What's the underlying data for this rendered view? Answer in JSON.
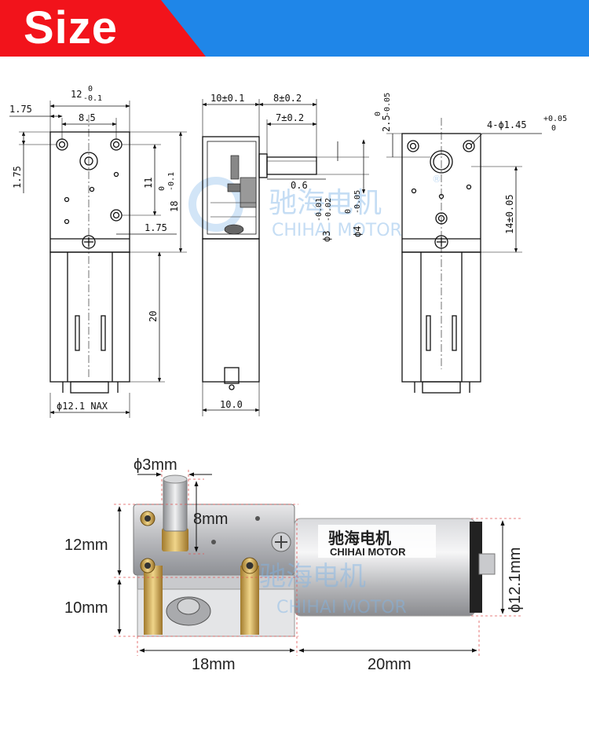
{
  "header": {
    "title": "Size",
    "colors": {
      "red": "#f2131b",
      "blue": "#1f86e8"
    }
  },
  "watermark": {
    "cn": "驰海电机",
    "en": "CHIHAI MOTOR",
    "registered": "®"
  },
  "front_view": {
    "width": "12",
    "width_tol_upper": "0",
    "width_tol_lower": "-0.1",
    "left_offset": "1.75",
    "hole_pitch": "8.5",
    "top_offset": "1.75",
    "inner_height": "11",
    "height": "18",
    "height_tol_upper": "0",
    "height_tol_lower": "-0.1",
    "bottom_offset": "1.75",
    "motor_length": "20",
    "motor_diameter": "ϕ12.1 NAX"
  },
  "side_view": {
    "gearbox_width": "10±0.1",
    "shaft_length": "8±0.2",
    "shaft_flat": "7±0.2",
    "flat_depth": "0.6",
    "shaft_d1": "ϕ3",
    "shaft_d1_tol_upper": "-0.01",
    "shaft_d1_tol_lower": "-0.02",
    "shaft_d2": "ϕ4",
    "shaft_d2_tol_upper": "0",
    "shaft_d2_tol_lower": "-0.05",
    "motor_width": "10.0"
  },
  "right_view": {
    "top_dim": "2.5",
    "top_tol_upper": "0",
    "top_tol_lower": "-0.05",
    "holes": "4-ϕ1.45",
    "holes_tol_upper": "+0.05",
    "holes_tol_lower": "0",
    "hole_spacing": "14±0.05"
  },
  "photo": {
    "label_shaft": "ϕ3mm",
    "label_shaft_len": "8mm",
    "label_top_height": "12mm",
    "label_bottom_height": "10mm",
    "label_gearbox_len": "18mm",
    "label_motor_len": "20mm",
    "label_motor_dia": "ϕ12.1mm",
    "sticker_cn": "驰海电机",
    "sticker_en": "CHIHAI MOTOR"
  }
}
